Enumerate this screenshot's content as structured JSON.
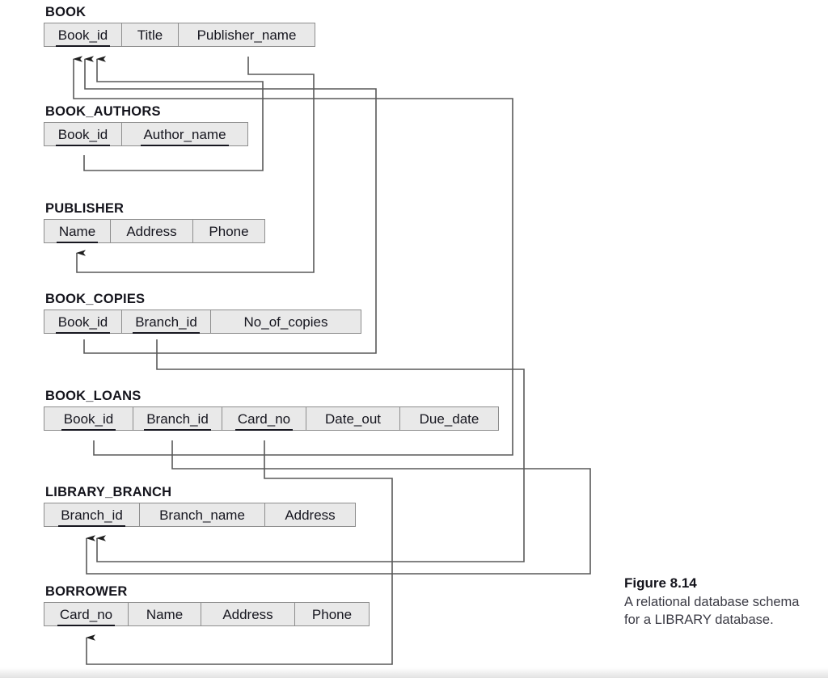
{
  "figure": {
    "caption_title": "Figure 8.14",
    "caption_body": "A relational database schema for a LIBRARY database."
  },
  "colors": {
    "cell_fill": "#e9e9e9",
    "cell_border": "#8d8d8d",
    "text": "#16161f",
    "connector": "#595959",
    "caption_text": "#3a3a44"
  },
  "relations": [
    {
      "name": "BOOK",
      "attributes": [
        {
          "label": "Book_id",
          "primary_key": true
        },
        {
          "label": "Title",
          "primary_key": false
        },
        {
          "label": "Publisher_name",
          "primary_key": false
        }
      ]
    },
    {
      "name": "BOOK_AUTHORS",
      "attributes": [
        {
          "label": "Book_id",
          "primary_key": true
        },
        {
          "label": "Author_name",
          "primary_key": true
        }
      ]
    },
    {
      "name": "PUBLISHER",
      "attributes": [
        {
          "label": "Name",
          "primary_key": true
        },
        {
          "label": "Address",
          "primary_key": false
        },
        {
          "label": "Phone",
          "primary_key": false
        }
      ]
    },
    {
      "name": "BOOK_COPIES",
      "attributes": [
        {
          "label": "Book_id",
          "primary_key": true
        },
        {
          "label": "Branch_id",
          "primary_key": true
        },
        {
          "label": "No_of_copies",
          "primary_key": false
        }
      ]
    },
    {
      "name": "BOOK_LOANS",
      "attributes": [
        {
          "label": "Book_id",
          "primary_key": true
        },
        {
          "label": "Branch_id",
          "primary_key": true
        },
        {
          "label": "Card_no",
          "primary_key": true
        },
        {
          "label": "Date_out",
          "primary_key": false
        },
        {
          "label": "Due_date",
          "primary_key": false
        }
      ]
    },
    {
      "name": "LIBRARY_BRANCH",
      "attributes": [
        {
          "label": "Branch_id",
          "primary_key": true
        },
        {
          "label": "Branch_name",
          "primary_key": false
        },
        {
          "label": "Address",
          "primary_key": false
        }
      ]
    },
    {
      "name": "BORROWER",
      "attributes": [
        {
          "label": "Card_no",
          "primary_key": true
        },
        {
          "label": "Name",
          "primary_key": false
        },
        {
          "label": "Address",
          "primary_key": false
        },
        {
          "label": "Phone",
          "primary_key": false
        }
      ]
    }
  ],
  "foreign_keys": [
    {
      "from": "BOOK.Publisher_name",
      "to": "PUBLISHER.Name"
    },
    {
      "from": "BOOK_AUTHORS.Book_id",
      "to": "BOOK.Book_id"
    },
    {
      "from": "BOOK_COPIES.Book_id",
      "to": "BOOK.Book_id"
    },
    {
      "from": "BOOK_COPIES.Branch_id",
      "to": "LIBRARY_BRANCH.Branch_id"
    },
    {
      "from": "BOOK_LOANS.Book_id",
      "to": "BOOK.Book_id"
    },
    {
      "from": "BOOK_LOANS.Branch_id",
      "to": "LIBRARY_BRANCH.Branch_id"
    },
    {
      "from": "BOOK_LOANS.Card_no",
      "to": "BORROWER.Card_no"
    }
  ]
}
